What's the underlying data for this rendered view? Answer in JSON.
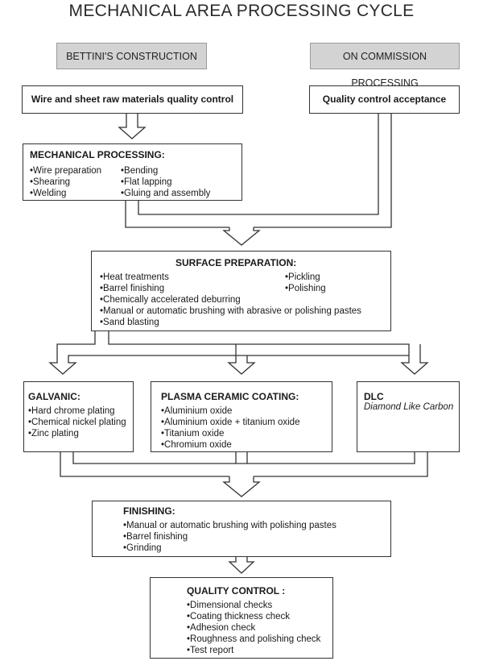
{
  "title": "MECHANICAL AREA PROCESSING CYCLE",
  "columns": {
    "left": "BETTINI'S CONSTRUCTION",
    "right": "ON COMMISSION PROCESSING"
  },
  "raw_materials": "Wire and sheet raw materials quality control",
  "qc_acceptance": "Quality control acceptance",
  "mechanical": {
    "title": "MECHANICAL PROCESSING:",
    "col1": [
      "Wire preparation",
      "Shearing",
      "Welding"
    ],
    "col2": [
      "Bending",
      "Flat lapping",
      "Gluing and assembly"
    ]
  },
  "surface": {
    "title": "SURFACE PREPARATION:",
    "col1": [
      "Heat treatments",
      "Barrel finishing"
    ],
    "col2": [
      "Pickling",
      "Polishing"
    ],
    "rest": [
      "Chemically accelerated deburring",
      "Manual or automatic brushing with abrasive or polishing pastes",
      "Sand blasting"
    ]
  },
  "galvanic": {
    "title": "GALVANIC:",
    "items": [
      "Hard chrome plating",
      "Chemical nickel plating",
      "Zinc plating"
    ]
  },
  "plasma": {
    "title": "PLASMA CERAMIC COATING:",
    "items": [
      "Aluminium oxide",
      "Aluminium oxide + titanium oxide",
      "Titanium oxide",
      "Chromium oxide"
    ]
  },
  "dlc": {
    "title": "DLC",
    "subtitle": "Diamond Like Carbon"
  },
  "finishing": {
    "title": "FINISHING:",
    "items": [
      "Manual or automatic brushing with polishing pastes",
      "Barrel finishing",
      "Grinding"
    ]
  },
  "quality": {
    "title": "QUALITY CONTROL :",
    "items": [
      "Dimensional checks",
      "Coating thickness check",
      "Adhesion check",
      "Roughness and polishing check",
      "Test report"
    ]
  },
  "colors": {
    "tag_fill": "#d3d3d3",
    "line": "#333333"
  }
}
